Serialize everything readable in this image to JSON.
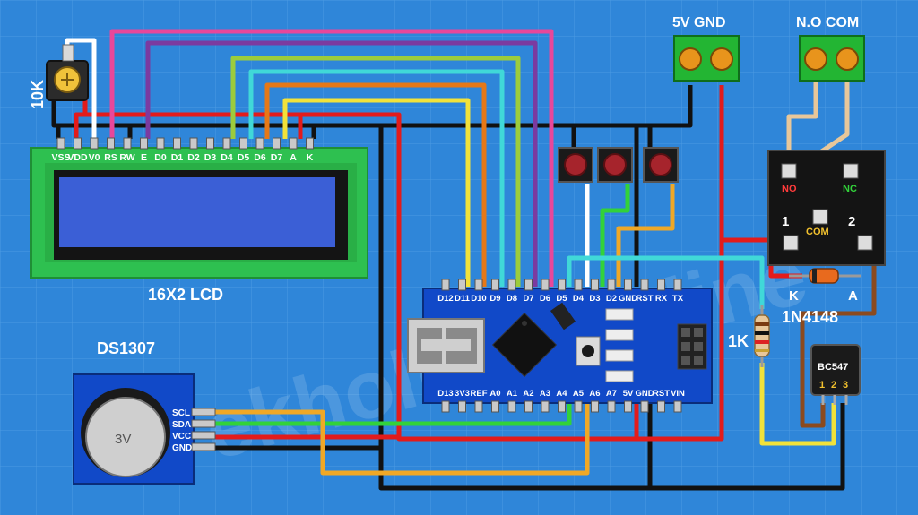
{
  "labels": {
    "pot": "10K",
    "lcd_name": "16X2 LCD",
    "rtc_name": "DS1307",
    "battery": "3V",
    "terminal_power": "5V GND",
    "terminal_relay": "N.O COM",
    "resistor": "1K",
    "diode": "1N4148",
    "diode_k": "K",
    "diode_a": "A",
    "transistor": "BC547",
    "watermark": "ekhollub.Online"
  },
  "lcd_pins": [
    "VSS",
    "VDD",
    "V0",
    "RS",
    "RW",
    "E",
    "D0",
    "D1",
    "D2",
    "D3",
    "D4",
    "D5",
    "D6",
    "D7",
    "A",
    "K"
  ],
  "rtc_pins": [
    "SCL",
    "SDA",
    "VCC",
    "GND"
  ],
  "nano_top_pins": [
    "D12",
    "D11",
    "D10",
    "D9",
    "D8",
    "D7",
    "D6",
    "D5",
    "D4",
    "D3",
    "D2",
    "GND",
    "RST",
    "RX",
    "TX"
  ],
  "nano_bottom_pins": [
    "D13",
    "3V3",
    "REF",
    "A0",
    "A1",
    "A2",
    "A3",
    "A4",
    "A5",
    "A6",
    "A7",
    "5V",
    "GND",
    "RST",
    "VIN"
  ],
  "relay": {
    "no": "NO",
    "nc": "NC",
    "com": "COM",
    "pin1": "1",
    "pin2": "2"
  },
  "transistor_pins": [
    "1",
    "2",
    "3"
  ],
  "colors": {
    "background": "#2f86d9",
    "wire_red": "#e31b1b",
    "wire_black": "#111111",
    "wire_pink": "#e8479a",
    "wire_purple": "#7b3aa0",
    "wire_lime": "#9ccc3c",
    "wire_cyan": "#40d8d8",
    "wire_orange": "#e67817",
    "wire_yellow": "#f2e23a",
    "wire_green": "#32d23a",
    "wire_gold": "#f0a826",
    "wire_white": "#ffffff",
    "wire_brown": "#8b4a1e",
    "wire_tan": "#e8c79a",
    "lcd_green": "#2ec050",
    "lcd_screen": "#3b5fd6",
    "nano_blue": "#1149c8",
    "terminal_green": "#23b533"
  }
}
